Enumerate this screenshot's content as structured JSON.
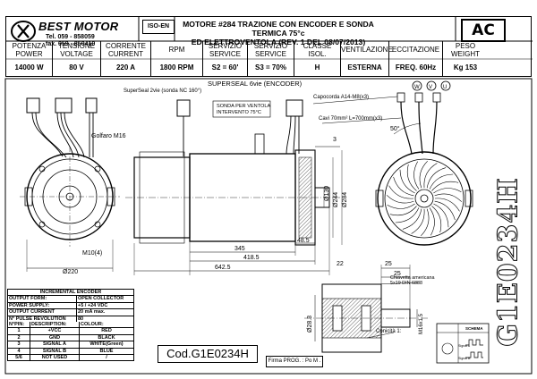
{
  "logo": {
    "name": "BEST MOTOR",
    "tel": "Tel. 059 - 858059",
    "fax": "fax. 059 - 850410",
    "cert": "ISO-EN"
  },
  "title": {
    "line1": "MOTORE #284 TRAZIONE CON ENCODER E SONDA TERMICA 75°c",
    "line2": "ED ELETTROVENTOLA (REV. 1 DEL 08/07/2013)"
  },
  "badge": "AC",
  "specs": [
    {
      "label": "POTENZA\nPOWER",
      "value": "14000 W"
    },
    {
      "label": "TENSIONE\nVOLTAGE",
      "value": "80 V"
    },
    {
      "label": "CORRENTE\nCURRENT",
      "value": "220 A"
    },
    {
      "label": "RPM",
      "value": "1800 RPM"
    },
    {
      "label": "SERVIZIO\nSERVICE",
      "value": "S2 =  60'"
    },
    {
      "label": "SERVIZIO\nSERVICE",
      "value": "S3 = 70%"
    },
    {
      "label": "CLASSE\nISOL.",
      "value": "H"
    },
    {
      "label": "VENTILAZIONE",
      "value": "ESTERNA"
    },
    {
      "label": "ECCITAZIONE",
      "value": "FREQ. 60Hz"
    },
    {
      "label": "PESO\nWEIGHT",
      "value": "Kg 153"
    }
  ],
  "annotations": {
    "superseal2": "SuperSeal 2vie (sonda NC 160°)",
    "superseal6": "SUPERSEAL 6vie (ENCODER)",
    "sonda": "SONDA PER VENTOLA\nINTERVENTO 75°C",
    "capocorda": "Capocorda A14-M8(x3)",
    "cavi": "Cavi 70mm² L=700mm(x3)",
    "golfaro": "Golfaro M16",
    "m10": "M10(4)",
    "phases": [
      "W",
      "V",
      "U"
    ],
    "angle": "50°",
    "chiavetta": "Chiavetta americana\n5x19 DIN 6888",
    "conicita": "Conicità 1:",
    "thread": "M16x1.5"
  },
  "dimensions": {
    "d220": "Ø220",
    "d130": "Ø130",
    "d244": "Ø244",
    "d284": "Ø284",
    "d28": "Ø28.3",
    "l3": "3",
    "l48": "48.5",
    "l345": "345",
    "l418": "418.5",
    "l642": "642.5",
    "l22": "22",
    "l25a": "25",
    "l25b": "25"
  },
  "encoder": {
    "title": "INCREMENTAL ENCODER",
    "rows": [
      [
        "OUTPUT FORM:",
        "OPEN COLLECTOR"
      ],
      [
        "POWER SUPPLY:",
        "+5 / +24 VDC"
      ],
      [
        "OUTPUT CURRENT",
        "20 mA  max."
      ],
      [
        "N° PULSE REVOLUTION",
        "80"
      ]
    ],
    "pinhead": [
      "N°PIN:",
      "DESCRIPTION:",
      "COLOUR:"
    ],
    "pins": [
      [
        "1",
        "+VCC",
        "RED"
      ],
      [
        "2",
        "GND",
        "BLACK"
      ],
      [
        "3",
        "SIGNAL A",
        "WHITE(Green)"
      ],
      [
        "4",
        "SIGNAL B",
        "BLUE"
      ],
      [
        "5/6",
        "NOT USED",
        "/"
      ]
    ]
  },
  "code": "Cod.G1E0234H",
  "firma": "Firma PROG. : Po M .",
  "vertical_code": "G1E0234H",
  "scheme": {
    "title": "SCHEMA",
    "signal_a": "Signal A",
    "signal_b": "Signal B"
  }
}
